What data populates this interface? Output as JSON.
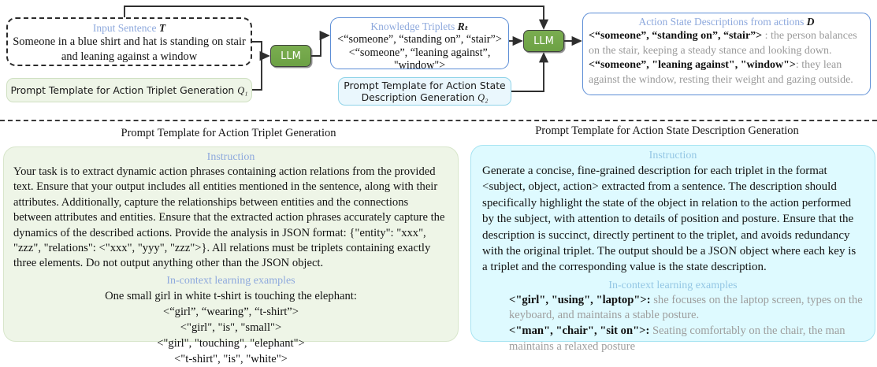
{
  "figure": {
    "top": {
      "input_box": {
        "header": "Input Sentence",
        "header_symbol": "T",
        "text": "Someone in a blue shirt and hat is standing on stair and leaning against a window"
      },
      "prompt_q1": "Prompt Template for Action Triplet Generation",
      "prompt_q1_symbol": "Q₁",
      "llm1_label": "LLM",
      "llm2_label": "LLM",
      "triplets_box": {
        "header": "Knowledge Triplets",
        "header_symbol": "Rₜ",
        "lines": [
          "<“someone”, “standing on”, “stair”>",
          "<“someone”, “leaning against”,",
          "\"window\">"
        ]
      },
      "prompt_q2_line1": "Prompt Template for Action State",
      "prompt_q2_line2": "Description Generation",
      "prompt_q2_symbol": "Q₂",
      "descriptions_box": {
        "header": "Action State Descriptions from actions",
        "header_symbol": "D",
        "items": [
          {
            "triplet": "<“someone”, “standing on”, “stair”>",
            "separator": " : ",
            "description": "the person balances on the stair, keeping a steady stance and looking down."
          },
          {
            "triplet": "<“someone”, \"leaning against\", \"window\">",
            "separator": ": ",
            "description": "they lean against the window, resting their weight and gazing outside."
          }
        ]
      }
    },
    "bottom_left": {
      "title": "Prompt Template for Action Triplet Generation",
      "instruction_header": "Instruction",
      "instruction_text": "Your task is to extract dynamic action phrases containing action relations from the provided text. Ensure that your output includes all entities mentioned in the sentence, along with their attributes. Additionally, capture the relationships between entities and the connections between attributes and entities. Ensure that the extracted action phrases accurately capture the dynamics of the described actions. Provide the analysis in JSON format: {\"entity\": \"xxx\", \"zzz\", \"relations\": <\"xxx\", \"yyy\", \"zzz\">}.  All relations must be triplets containing exactly three elements. Do not output anything other than the JSON object.",
      "examples_header": "In-context learning examples",
      "example_prompt": "One small girl in white t-shirt is touching the elephant:",
      "example_triplets": [
        "<“girl”, “wearing”, “t-shirt”>",
        "<\"girl\", \"is\", \"small\">",
        "<\"girl\", \"touching\", \"elephant\">",
        "<\"t-shirt\", \"is\", \"white\">"
      ]
    },
    "bottom_right": {
      "title": "Prompt Template for Action State Description Generation",
      "instruction_header": "Instruction",
      "instruction_text": "Generate a concise, fine-grained description for each triplet in the format <subject, object, action> extracted from a sentence. The description should specifically highlight the state of the object in relation to the action performed by the subject, with attention to details of position and posture. Ensure that the description is succinct, directly pertinent to the triplet, and avoids redundancy with the original triplet. The output should be a JSON object where each key is a triplet and the corresponding value is the state description.",
      "examples_header": "In-context learning examples",
      "examples": [
        {
          "triplet": "<\"girl\", \"using\", \"laptop\">:",
          "description": " she focuses on the laptop screen, types on the keyboard, and maintains a stable posture."
        },
        {
          "triplet": "<\"man\", \"chair\", \"sit on\">:",
          "description": " Seating comfortably on the chair, the man maintains a relaxed posture"
        }
      ]
    },
    "colors": {
      "accent_blue_label": "#8ea9dd",
      "box_blue_border": "#5b8dd6",
      "llm_green": "#6ca144",
      "panel_green_bg": "#eef5e7",
      "panel_blue_bg": "#defaff",
      "muted_gray_text": "#9a9a9a"
    }
  }
}
